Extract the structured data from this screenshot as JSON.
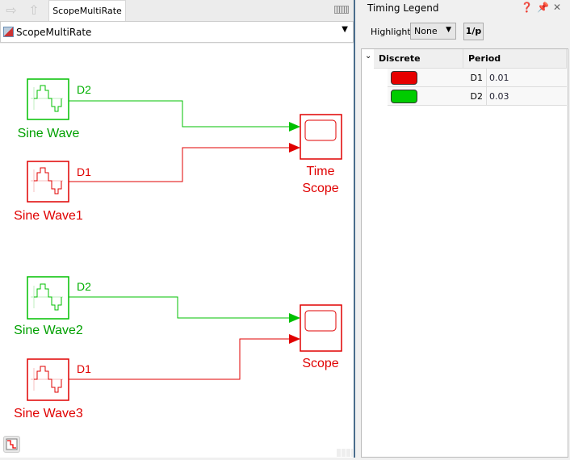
{
  "tabbar": {
    "tab": "ScopeMultiRate"
  },
  "address": {
    "path": "ScopeMultiRate"
  },
  "diagram": {
    "colors": {
      "D1": "#e00000",
      "D2": "#00c000"
    },
    "blocks": [
      {
        "name": "Sine Wave",
        "rate": "D2"
      },
      {
        "name": "Sine Wave1",
        "rate": "D1"
      },
      {
        "name": "Sine Wave2",
        "rate": "D2"
      },
      {
        "name": "Sine Wave3",
        "rate": "D1"
      }
    ],
    "time_scope": [
      "Time",
      "Scope"
    ],
    "scope": "Scope"
  },
  "legend": {
    "title": "Timing Legend",
    "highlight_label": "Highlight",
    "highlight_value": "None",
    "period_button": "1/p",
    "columns": [
      "Discrete",
      "Period"
    ],
    "rows": [
      {
        "name": "D1",
        "period": "0.01",
        "color": "#e60000"
      },
      {
        "name": "D2",
        "period": "0.03",
        "color": "#00cc00"
      }
    ]
  }
}
